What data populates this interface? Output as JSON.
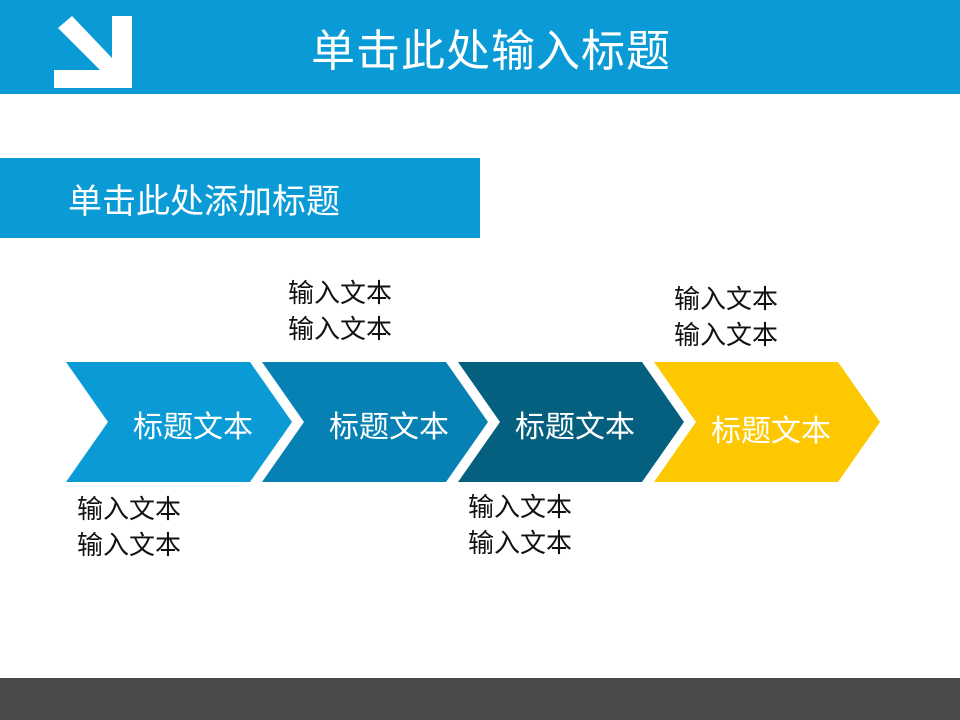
{
  "header": {
    "title": "单击此处输入标题",
    "logo_icon": "arrow-down-right-icon",
    "color": "#0a9bd6"
  },
  "section": {
    "title": "单击此处添加标题"
  },
  "steps": [
    {
      "label": "标题文本",
      "color": "#0a9bd6"
    },
    {
      "label": "标题文本",
      "color": "#0781b4"
    },
    {
      "label": "标题文本",
      "color": "#05607f"
    },
    {
      "label": "标题文本",
      "color": "#fdc800"
    }
  ],
  "notes": [
    {
      "lines": [
        "输入文本",
        "输入文本"
      ]
    },
    {
      "lines": [
        "输入文本",
        "输入文本"
      ]
    },
    {
      "lines": [
        "输入文本",
        "输入文本"
      ]
    },
    {
      "lines": [
        "输入文本",
        "输入文本"
      ]
    }
  ],
  "footer": {
    "color": "#4a4a4c"
  }
}
